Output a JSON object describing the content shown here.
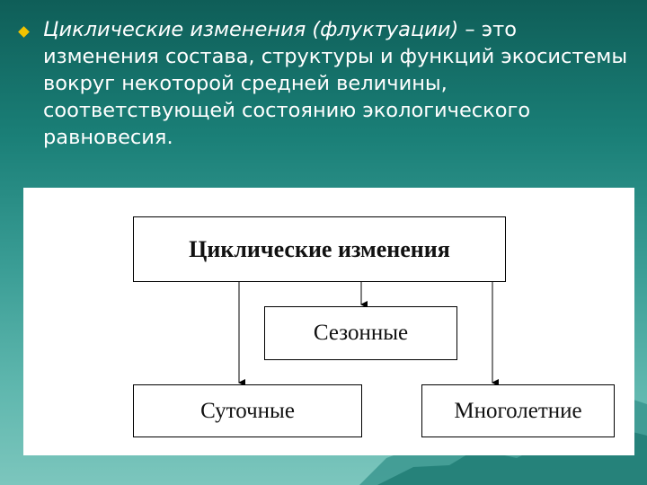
{
  "slide": {
    "bullet_lead": "Циклические изменения (флуктуации)",
    "bullet_rest": " – это изменения состава, структуры и функций экосистемы вокруг некоторой средней величины, соответствующей состоянию экологического равновесия."
  },
  "diagram": {
    "root": "Циклические изменения",
    "seasonal": "Сезонные",
    "daily": "Суточные",
    "multi_year": "Многолетние"
  },
  "colors": {
    "bullet": "#f2c300",
    "background_top": "#0f5e58",
    "background_bottom": "#7cc6bd"
  }
}
